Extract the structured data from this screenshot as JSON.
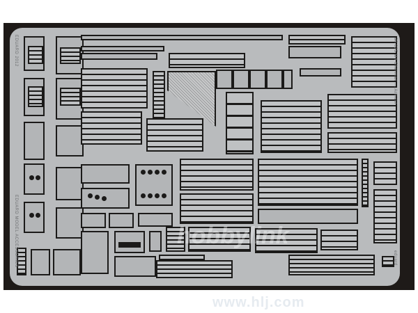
{
  "image": {
    "subject": "Photo-etched brass/steel detail fret for scale model",
    "background_color": "#ffffff",
    "frame_color": "#1e1a18",
    "fret_color": "#b9bbbd"
  },
  "labels": {
    "right_edge_text": "36 025  M4 Sherman ... Armour",
    "left_edge_text": "EDUARD 2012",
    "left_bottom_text": "EDUARD MODEL ACCESSORIES",
    "right_bottom_text": "eduard"
  },
  "watermark": {
    "logo_text": "hobbylink",
    "url": "www.hlj.com"
  },
  "regions": {
    "left_column": "hatch and box parts with rectangular frames",
    "top_strips": "long thin strip parts",
    "mesh_panel": "triangular perforated mesh screen",
    "bolt_parts": "row of small bolt/fastener pieces",
    "right_panels": "stacked rectangular armour panels",
    "center_bracket": "bracket with perforated holes",
    "bottom_row": "boxes, stripes and small parts"
  }
}
